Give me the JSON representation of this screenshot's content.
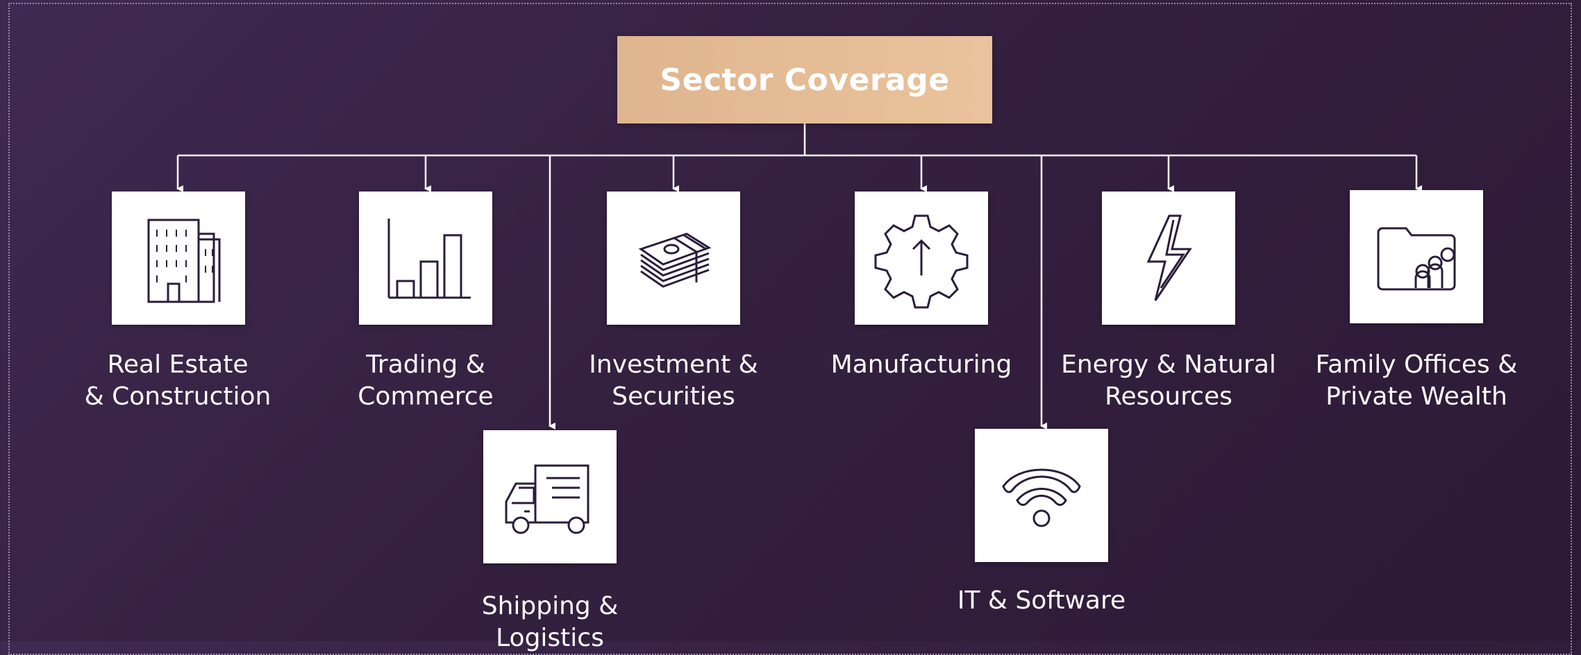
{
  "title": "Sector Coverage",
  "colors": {
    "background": "#3a2549",
    "title_box": "#e6bd96",
    "title_text": "#ffffff",
    "connector": "#ffffff",
    "icon_stroke": "#2a1d3a",
    "label": "#ffffff"
  },
  "sectors": [
    {
      "line1": "Real Estate",
      "line2": "& Construction",
      "icon": "building-icon"
    },
    {
      "line1": "Trading &",
      "line2": "Commerce",
      "icon": "bar-chart-icon"
    },
    {
      "line1": "Shipping & Logistics",
      "line2": "",
      "icon": "truck-icon"
    },
    {
      "line1": "Investment &",
      "line2": "Securities",
      "icon": "money-stack-icon"
    },
    {
      "line1": "Manufacturing",
      "line2": "",
      "icon": "gear-icon"
    },
    {
      "line1": "IT & Software",
      "line2": "",
      "icon": "wifi-icon"
    },
    {
      "line1": "Energy & Natural",
      "line2": "Resources",
      "icon": "lightning-icon"
    },
    {
      "line1": "Family Offices &",
      "line2": "Private Wealth",
      "icon": "wallet-people-icon"
    }
  ]
}
